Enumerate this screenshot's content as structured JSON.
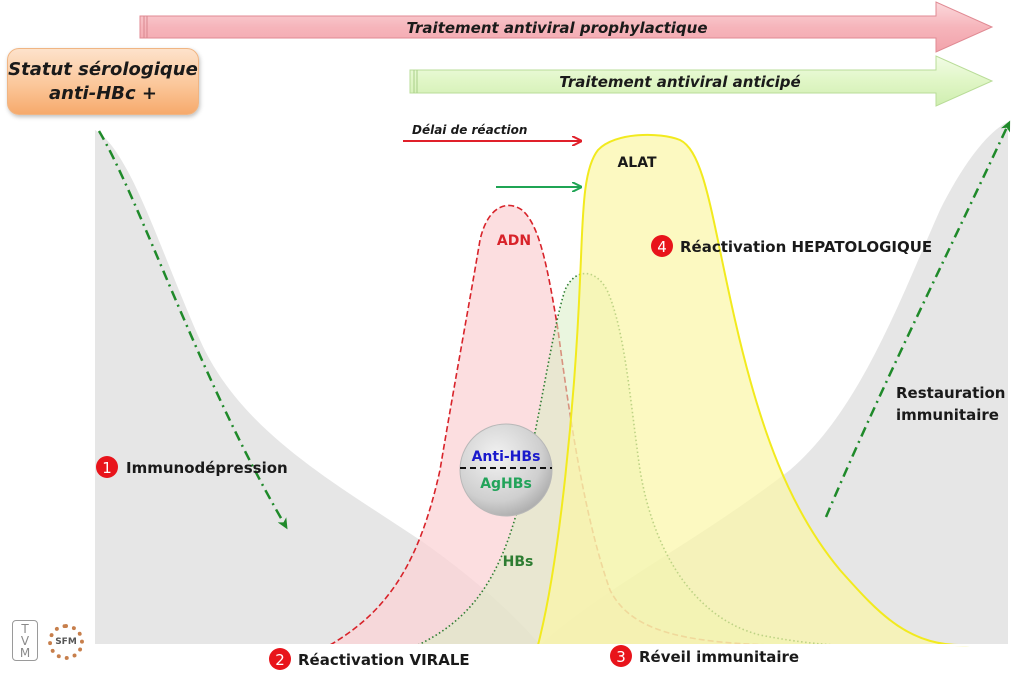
{
  "header": {
    "status_box": {
      "line1": "Statut sérologique",
      "line2": "anti-HBc +"
    },
    "arrow_prophylactic": {
      "label": "Traitement antiviral prophylactique",
      "color": "#f6b7bd"
    },
    "arrow_anticipated": {
      "label": "Traitement antiviral anticipé",
      "color": "#e2f7c8"
    }
  },
  "reaction_delay": {
    "label": "Délai de réaction",
    "red_arrow_color": "#e0202a",
    "green_arrow_color": "#1fa454"
  },
  "curves": {
    "adn": {
      "label": "ADN",
      "color": "#d8232a",
      "fill": "#fbd3d6"
    },
    "hbs": {
      "label": "HBs",
      "color": "#2e7d32",
      "fill": "#d9efc4"
    },
    "alat": {
      "label": "ALAT",
      "color": "#f2ea1e",
      "fill": "#fbf7a6"
    },
    "immunity": {
      "fill": "#e6e6e6",
      "arrow_color": "#1f8a2a"
    }
  },
  "badge": {
    "top": "Anti-HBs",
    "bottom": "AgHBs",
    "top_color": "#1a1acc",
    "bottom_color": "#22a35a"
  },
  "phases": [
    {
      "number": "1",
      "label": "Immunodépression"
    },
    {
      "number": "2",
      "label": "Réactivation VIRALE"
    },
    {
      "number": "3",
      "label": "Réveil immunitaire"
    },
    {
      "number": "4",
      "label": "Réactivation HEPATOLOGIQUE"
    }
  ],
  "phase_badge_color": "#e8141b",
  "restoration": {
    "line1": "Restauration",
    "line2": "immunitaire"
  },
  "logos": {
    "tvm": [
      "T",
      "V",
      "M"
    ],
    "sfm": "SFM"
  }
}
